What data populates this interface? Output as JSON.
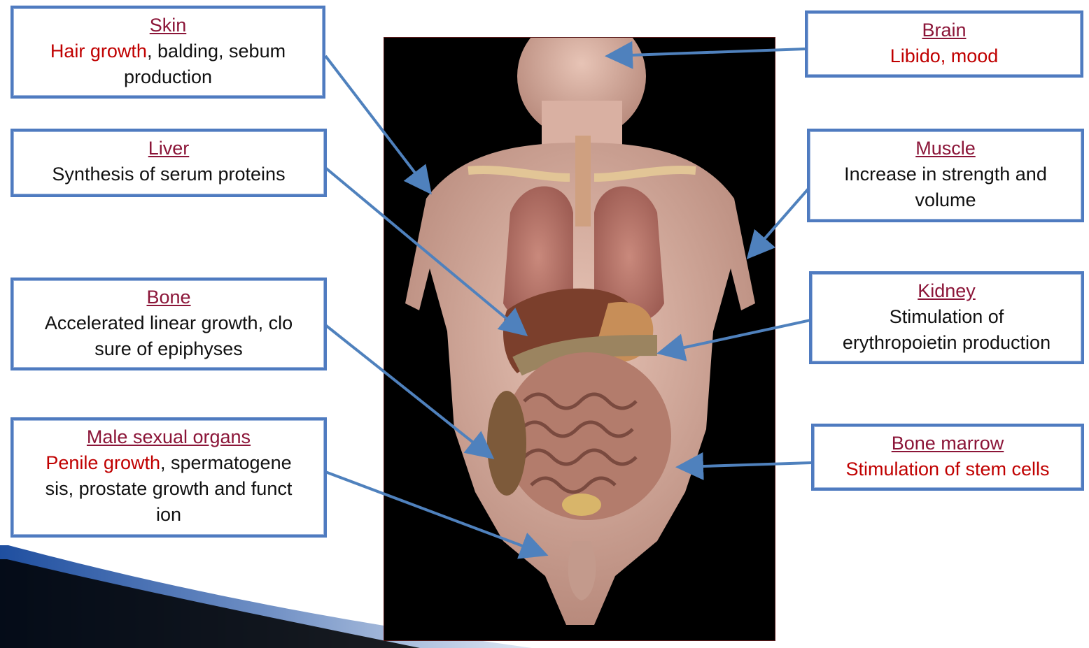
{
  "labels": {
    "skin": {
      "title": "Skin",
      "effect_highlight": "Hair growth",
      "effect_rest_1": ", balding, sebum",
      "effect_rest_2": "production"
    },
    "liver": {
      "title": "Liver",
      "effect": "Synthesis of serum proteins"
    },
    "bone": {
      "title": "Bone",
      "effect_1": "Accelerated linear growth, clo",
      "effect_2": "sure of epiphyses"
    },
    "male_sexual_organs": {
      "title": "Male sexual organs",
      "effect_highlight": "Penile growth",
      "effect_rest_1": ", spermatogene",
      "effect_rest_2": "sis, prostate growth and funct",
      "effect_rest_3": "ion"
    },
    "brain": {
      "title": "Brain",
      "effect": "Libido, mood"
    },
    "muscle": {
      "title": "Muscle",
      "effect_1": "Increase in strength and",
      "effect_2": "volume"
    },
    "kidney": {
      "title": "Kidney",
      "effect_1": "Stimulation of",
      "effect_2": "erythropoietin production"
    },
    "bone_marrow": {
      "title": "Bone marrow",
      "effect": "Stimulation of stem cells"
    }
  },
  "colors": {
    "title": "#8b1538",
    "highlight": "#c00000",
    "box_border": "#4f7bc0",
    "arrow": "#4f81bd"
  }
}
